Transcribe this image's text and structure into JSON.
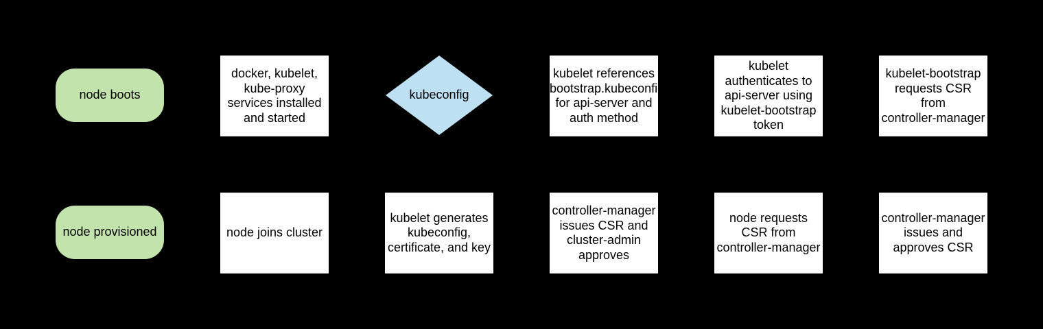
{
  "diagram": {
    "colors": {
      "background": "#000000",
      "process_fill": "#ffffff",
      "terminator_fill": "#c2e3ac",
      "decision_fill": "#bde0f2",
      "text": "#000000"
    },
    "nodes": [
      {
        "id": "node-boots",
        "shape": "terminator",
        "label": "node boots"
      },
      {
        "id": "services-installed",
        "shape": "process",
        "label": "docker, kubelet,\nkube-proxy\nservices installed\nand started"
      },
      {
        "id": "kubeconfig-decision",
        "shape": "decision",
        "label": "kubeconfig"
      },
      {
        "id": "references-bootstrap-kubeconfig",
        "shape": "process",
        "label": "kubelet references\nbootstrap.kubeconfig\nfor api-server and\nauth method"
      },
      {
        "id": "kubelet-authenticates",
        "shape": "process",
        "label": "kubelet\nauthenticates to\napi-server using\nkubelet-bootstrap\ntoken"
      },
      {
        "id": "bootstrap-requests-csr",
        "shape": "process",
        "label": "kubelet-bootstrap\nrequests CSR\nfrom\ncontroller-manager"
      },
      {
        "id": "node-provisioned",
        "shape": "terminator",
        "label": "node provisioned"
      },
      {
        "id": "node-joins-cluster",
        "shape": "process",
        "label": "node joins cluster"
      },
      {
        "id": "kubelet-generates",
        "shape": "process",
        "label": "kubelet generates\nkubeconfig,\ncertificate, and key"
      },
      {
        "id": "cm-issues-admin-approves",
        "shape": "process",
        "label": "controller-manager\nissues CSR and\ncluster-admin\napproves"
      },
      {
        "id": "node-requests-csr",
        "shape": "process",
        "label": "node requests\nCSR from\ncontroller-manager"
      },
      {
        "id": "cm-issues-approves",
        "shape": "process",
        "label": "controller-manager\nissues and\napproves CSR"
      }
    ]
  }
}
